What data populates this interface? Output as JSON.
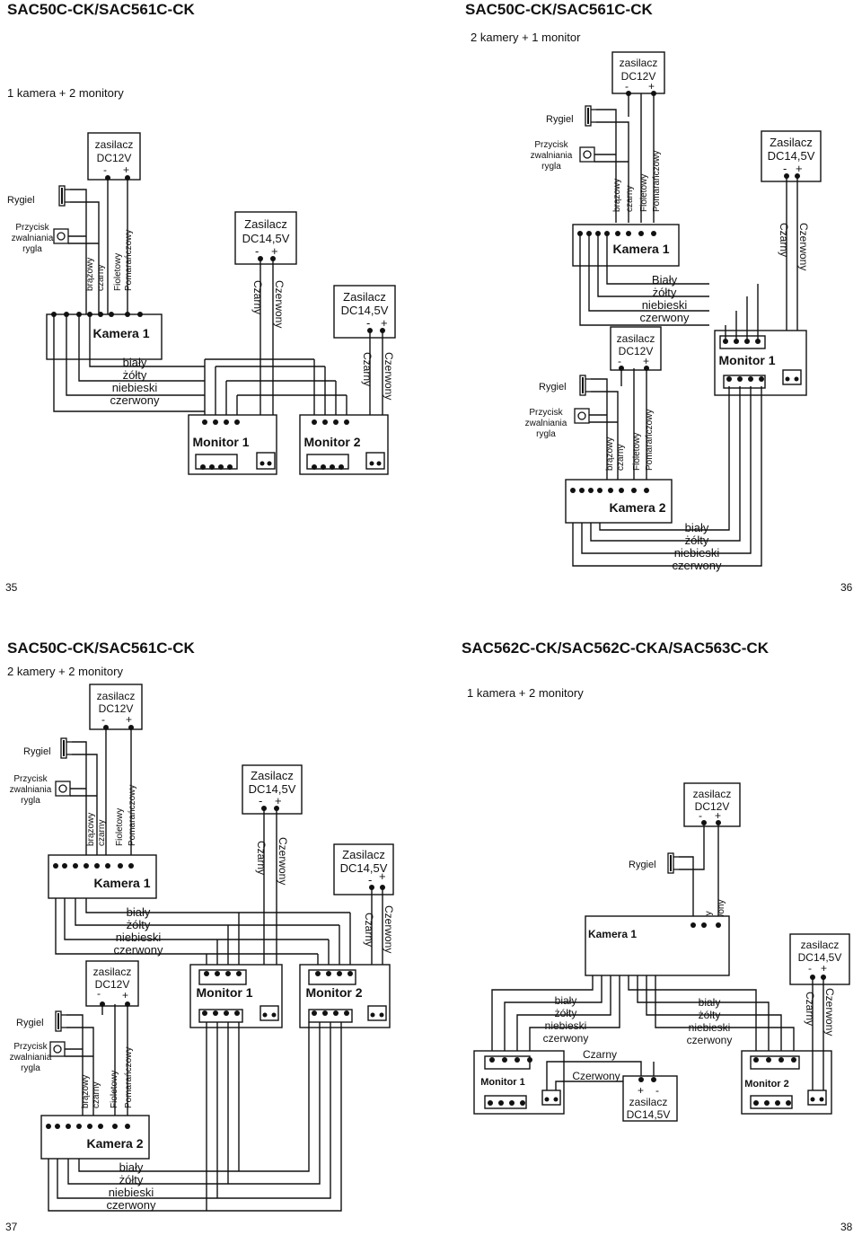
{
  "headings": {
    "tl": "SAC50C-CK/SAC561C-CK",
    "tr": "SAC50C-CK/SAC561C-CK",
    "bl": "SAC50C-CK/SAC561C-CK",
    "br": "SAC562C-CK/SAC562C-CKA/SAC563C-CK"
  },
  "subtitles": {
    "tl": "1 kamera + 2 monitory",
    "tr": "2 kamery + 1 monitor",
    "bl": "2 kamery + 2 monitory",
    "br": "1 kamera + 2 monitory"
  },
  "pages": {
    "p35": "35",
    "p36": "36",
    "p37": "37",
    "p38": "38"
  },
  "labels": {
    "rygiel": "Rygiel",
    "przycisk": "Przycisk",
    "zwalniania": "zwalniania",
    "rygla": "rygla",
    "zasilacz_l": "zasilacz",
    "zasilacz_u": "Zasilacz",
    "dc12": "DC12V",
    "dc145": "DC14,5V",
    "minus": "-",
    "plus": "+",
    "brazowy": "brązowy",
    "czarny_l": "czarny",
    "fioletowy": "Fioletowy",
    "pomaranczowy": "Pomarańczowy",
    "kamera1": "Kamera 1",
    "kamera2": "Kamera 2",
    "monitor1": "Monitor 1",
    "monitor2": "Monitor 2",
    "bialy_l": "biały",
    "bialy_u": "Biały",
    "zolty": "żółty",
    "niebieski": "niebieski",
    "czerwony_l": "czerwony",
    "czarny_u": "Czarny",
    "czerwony_u": "Czerwony"
  }
}
